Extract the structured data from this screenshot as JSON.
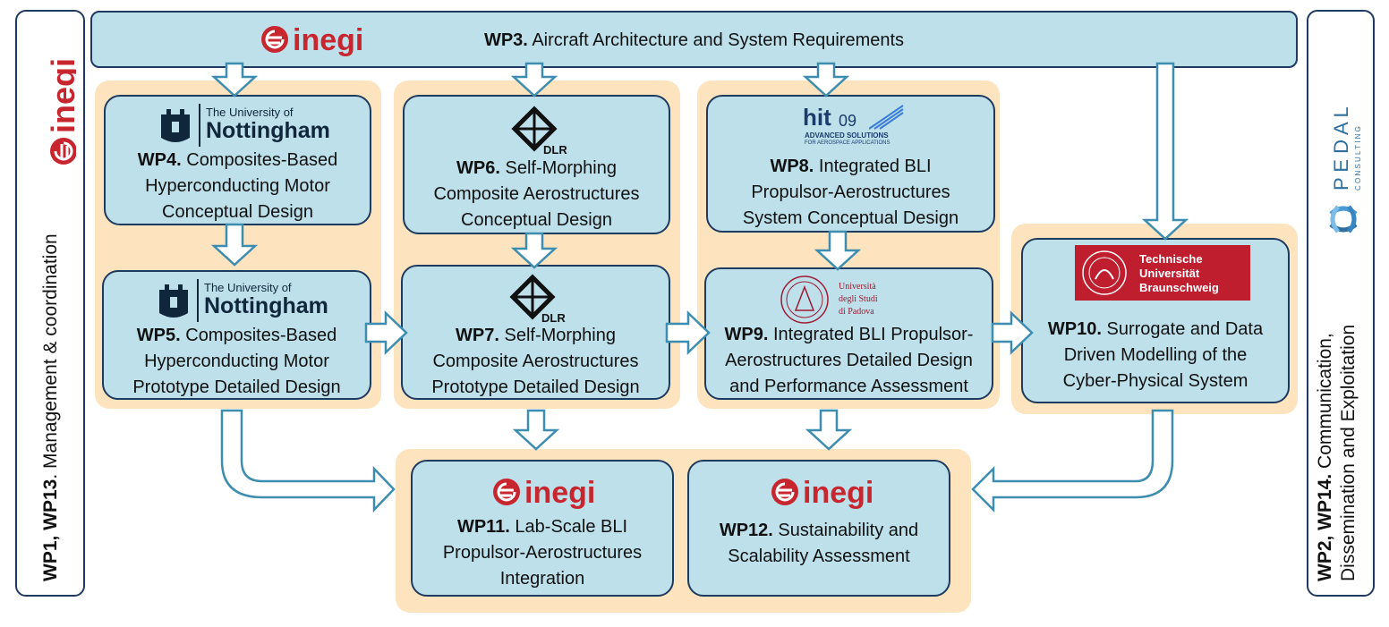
{
  "colors": {
    "box_fill": "#bde0eb",
    "box_border": "#1f3a5f",
    "group_fill": "#fde4bf",
    "arrow_stroke": "#3d8db0",
    "arrow_fill": "#ffffff",
    "inegi_red": "#c8262e",
    "tub_red": "#be1e2d",
    "padova_red": "#9e1b32"
  },
  "left_panel": {
    "bold": "WP1, WP13",
    "text": ".  Management & coordination",
    "logo": "inegi"
  },
  "right_panel": {
    "bold": "WP2, WP14.",
    "line1": " Communication,",
    "line2": "Dissemination and Exploitation",
    "logo_letters": "P E D A L",
    "logo_sub": "C O N S U L T I N G"
  },
  "wp3": {
    "bold": "WP3.",
    "text": " Aircraft Architecture and System Requirements",
    "logo": "inegi"
  },
  "logos": {
    "inegi": "inegi",
    "nottingham_small": "The University of",
    "nottingham_big": "Nottingham",
    "dlr": "DLR",
    "hit_main": "hit",
    "hit_num": "09",
    "hit_sub1": "ADVANCED SOLUTIONS",
    "hit_sub2": "FOR AEROSPACE APPLICATIONS",
    "padova_1": "Università",
    "padova_2": "degli Studi",
    "padova_3": "di Padova",
    "tub_1": "Technische",
    "tub_2": "Universität",
    "tub_3": "Braunschweig"
  },
  "wp4": {
    "bold": "WP4.",
    "l1": " Composites-Based",
    "l2": "Hyperconducting Motor",
    "l3": "Conceptual Design"
  },
  "wp5": {
    "bold": "WP5.",
    "l1": " Composites-Based",
    "l2": "Hyperconducting Motor",
    "l3": "Prototype Detailed Design"
  },
  "wp6": {
    "bold": "WP6.",
    "l1": " Self-Morphing",
    "l2": "Composite Aerostructures",
    "l3": "Conceptual Design"
  },
  "wp7": {
    "bold": "WP7.",
    "l1": " Self-Morphing",
    "l2": "Composite Aerostructures",
    "l3": "Prototype Detailed Design"
  },
  "wp8": {
    "bold": "WP8.",
    "l1": " Integrated BLI",
    "l2": "Propulsor-Aerostructures",
    "l3": "System Conceptual Design"
  },
  "wp9": {
    "bold": "WP9.",
    "l1": " Integrated BLI Propulsor-",
    "l2": "Aerostructures Detailed Design",
    "l3": "and Performance Assessment"
  },
  "wp10": {
    "bold": "WP10.",
    "l1": " Surrogate and Data",
    "l2": "Driven Modelling of the",
    "l3": "Cyber-Physical System"
  },
  "wp11": {
    "bold": "WP11.",
    "l1": " Lab-Scale BLI",
    "l2": "Propulsor-Aerostructures",
    "l3": "Integration"
  },
  "wp12": {
    "bold": "WP12.",
    "l1": " Sustainability and",
    "l2": "Scalability Assessment"
  }
}
